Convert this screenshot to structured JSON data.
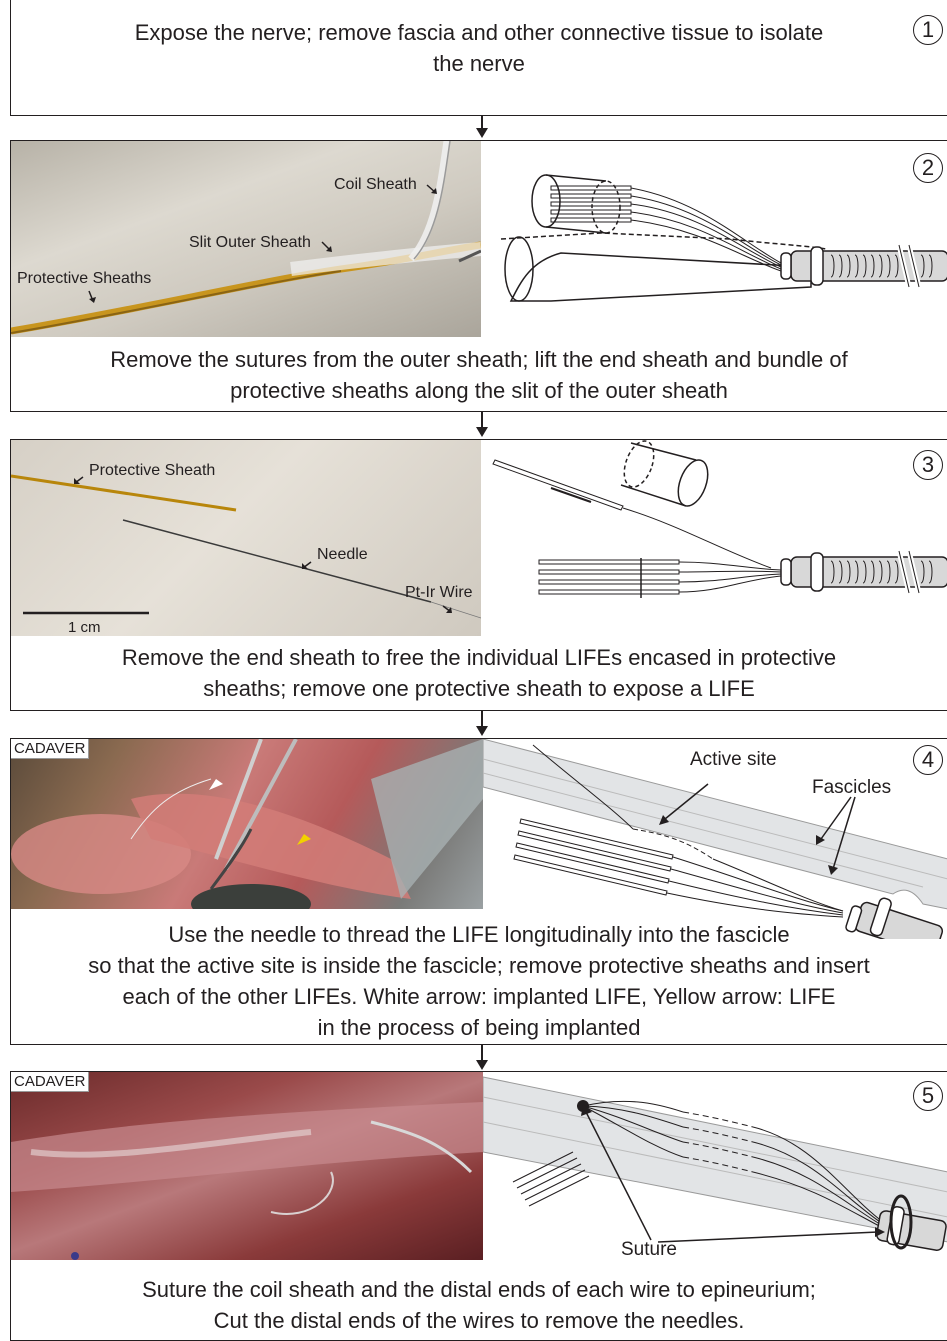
{
  "steps": [
    {
      "number": "1",
      "caption": [
        "Expose the nerve; remove fascia and other connective tissue to isolate",
        "the nerve"
      ]
    },
    {
      "number": "2",
      "caption": [
        "Remove the sutures from the outer sheath; lift the end sheath and bundle of",
        "protective sheaths along the slit of the outer sheath"
      ],
      "photo_labels": {
        "coil": "Coil Sheath",
        "slit": "Slit Outer Sheath",
        "protective": "Protective Sheaths"
      }
    },
    {
      "number": "3",
      "caption": [
        "Remove the end sheath to free the individual LIFEs encased in protective",
        "sheaths; remove one protective sheath to expose a LIFE"
      ],
      "photo_labels": {
        "protective": "Protective Sheath",
        "needle": "Needle",
        "wire": "Pt-Ir Wire",
        "scale": "1 cm"
      }
    },
    {
      "number": "4",
      "caption": [
        "Use the needle to thread the LIFE longitudinally into the fascicle",
        "so that the active site is inside the fascicle; remove protective sheaths and insert",
        "each of the other LIFEs. White arrow: implanted LIFE, Yellow arrow: LIFE",
        "in the process of being implanted"
      ],
      "tag": "CADAVER",
      "drawing_labels": {
        "active": "Active site",
        "fascicles": "Fascicles"
      }
    },
    {
      "number": "5",
      "caption": [
        "Suture the coil sheath and the distal ends of each wire to epineurium;",
        "Cut the distal ends of the wires to remove the needles."
      ],
      "tag": "CADAVER",
      "drawing_labels": {
        "suture": "Suture"
      }
    }
  ]
}
